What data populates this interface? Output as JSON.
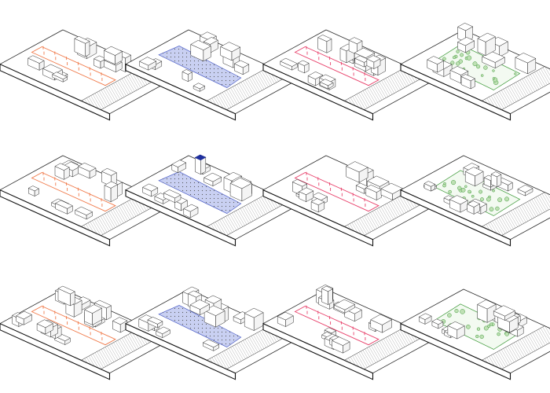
{
  "sheet": {
    "background": "#ffffff",
    "line_color": "#2b2b2b",
    "hatch_color": "#8a8a8a",
    "panels": [
      {
        "id": "r1c1",
        "row": 1,
        "col": 1,
        "highlight": "orange",
        "feature": "street-corridor"
      },
      {
        "id": "r1c2",
        "row": 1,
        "col": 2,
        "highlight": "blue",
        "feature": "river-park"
      },
      {
        "id": "r1c3",
        "row": 1,
        "col": 3,
        "highlight": "pink",
        "feature": "street-corridor"
      },
      {
        "id": "r1c4",
        "row": 1,
        "col": 4,
        "highlight": "green",
        "feature": "park"
      },
      {
        "id": "r2c1",
        "row": 2,
        "col": 1,
        "highlight": "orange",
        "feature": "boulevard"
      },
      {
        "id": "r2c2",
        "row": 2,
        "col": 2,
        "highlight": "blue",
        "feature": "river-park"
      },
      {
        "id": "r2c3",
        "row": 2,
        "col": 3,
        "highlight": "pink",
        "feature": "plaza"
      },
      {
        "id": "r2c4",
        "row": 2,
        "col": 4,
        "highlight": "green",
        "feature": "green-path"
      },
      {
        "id": "r3c1",
        "row": 3,
        "col": 1,
        "highlight": "orange",
        "feature": "boulevard"
      },
      {
        "id": "r3c2",
        "row": 3,
        "col": 2,
        "highlight": "blue",
        "feature": "interchange"
      },
      {
        "id": "r3c3",
        "row": 3,
        "col": 3,
        "highlight": "pink",
        "feature": "plaza"
      },
      {
        "id": "r3c4",
        "row": 3,
        "col": 4,
        "highlight": "green",
        "feature": "tree-grove"
      }
    ]
  },
  "palette": {
    "orange": "#f07a4a",
    "blue": "#4d5fc7",
    "blue_fill": "#c9d0f2",
    "blue_dark": "#1f2f9e",
    "pink": "#e8416b",
    "green": "#3f9a3a",
    "green_light": "#bfe0b4"
  }
}
